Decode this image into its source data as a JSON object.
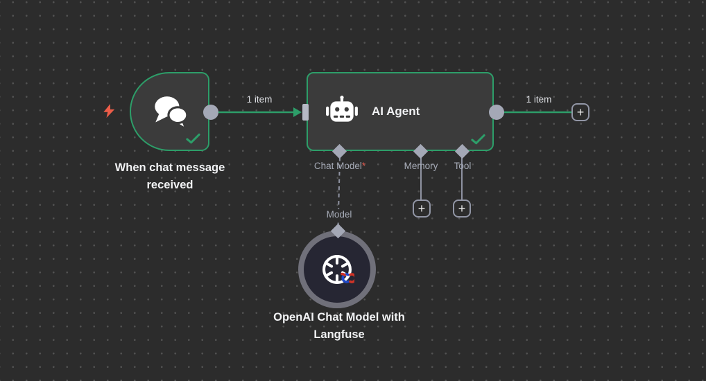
{
  "canvas": {
    "background": "#2c2c2c",
    "dot_color": "#525252"
  },
  "trigger_node": {
    "title": "When chat message received",
    "status": "success"
  },
  "agent_node": {
    "title": "AI Agent",
    "status": "success",
    "output_ports": [
      {
        "label": "Chat Model",
        "required_marker": "*"
      },
      {
        "label": "Memory",
        "required_marker": ""
      },
      {
        "label": "Tool",
        "required_marker": ""
      }
    ]
  },
  "model_node": {
    "title": "OpenAI Chat Model with Langfuse",
    "input_label": "Model"
  },
  "edges": {
    "trigger_to_agent": {
      "label": "1 item"
    },
    "agent_to_next": {
      "label": "1 item"
    }
  },
  "plus_button_glyph": "+",
  "colors": {
    "success_green": "#2d9e69",
    "connector_gray": "#a4a8b6",
    "required_red": "#e0554a",
    "trigger_bolt": "#ec5d49",
    "node_fill": "#3b3b3b",
    "model_node_fill": "#262633",
    "model_node_ring": "#70707a"
  }
}
